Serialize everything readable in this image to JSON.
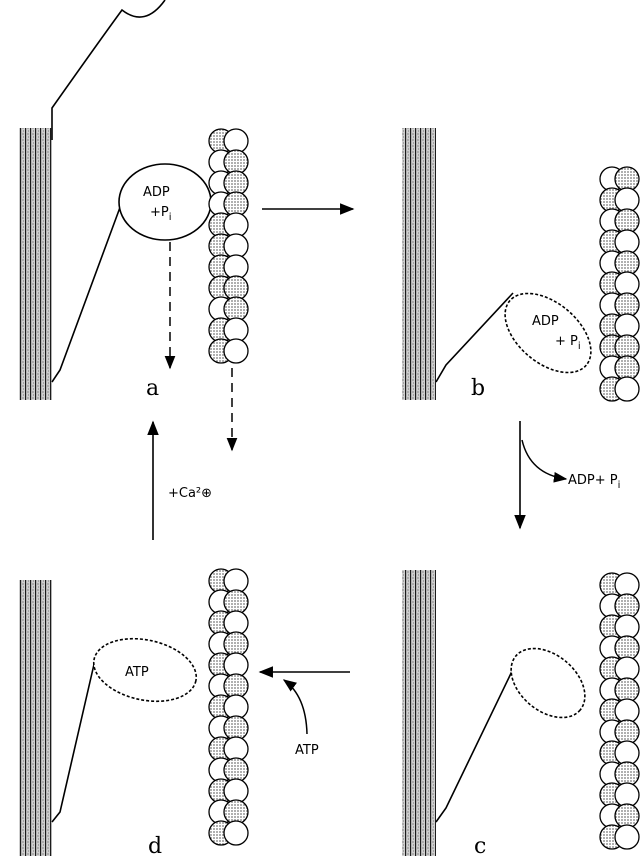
{
  "panels": {
    "a": {
      "letter": "a",
      "head_line1": "ADP",
      "head_line2": "+P",
      "head_sub": "i"
    },
    "b": {
      "letter": "b",
      "head_line1": "ADP",
      "head_line2": "+ P",
      "head_sub": "i"
    },
    "c": {
      "letter": "c"
    },
    "d": {
      "letter": "d",
      "head_label": "ATP"
    }
  },
  "transitions": {
    "a_to_b": "",
    "b_to_c": {
      "product": "ADP+ P",
      "product_sub": "i"
    },
    "c_to_d": {
      "input": "ATP"
    },
    "d_to_a": {
      "label": "+Ca²⊕"
    }
  },
  "colors": {
    "ink": "#000000",
    "stipple": "#b9b9b9",
    "background": "#ffffff"
  }
}
